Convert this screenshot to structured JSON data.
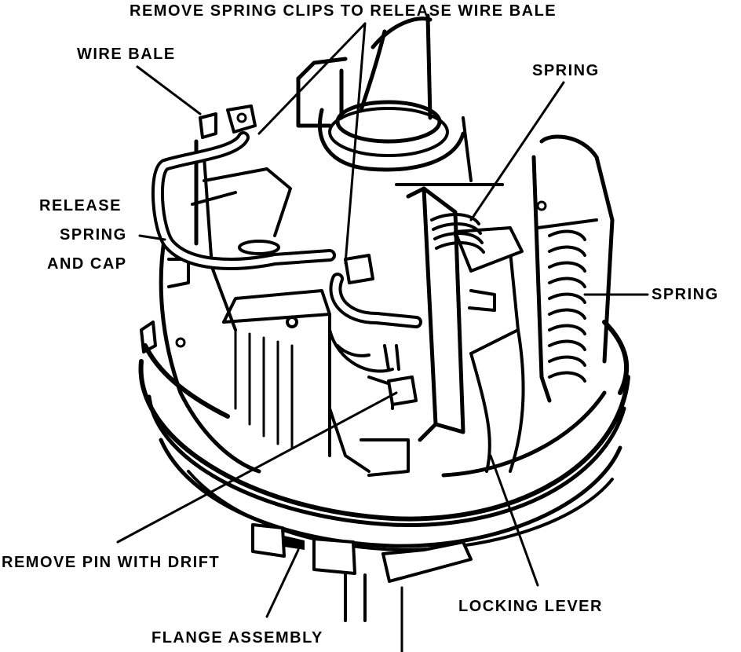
{
  "labels": {
    "remove_spring_clips": "REMOVE SPRING CLIPS TO RELEASE WIRE BALE",
    "wire_bale": "WIRE BALE",
    "spring_top": "SPRING",
    "release_1": "RELEASE",
    "release_2": "SPRING",
    "release_3": "AND CAP",
    "spring_right": "SPRING",
    "remove_pin": "REMOVE PIN WITH DRIFT",
    "locking_lever": "LOCKING LEVER",
    "flange_assembly": "FLANGE ASSEMBLY"
  },
  "colors": {
    "ink": "#000000",
    "paper": "#ffffff"
  }
}
